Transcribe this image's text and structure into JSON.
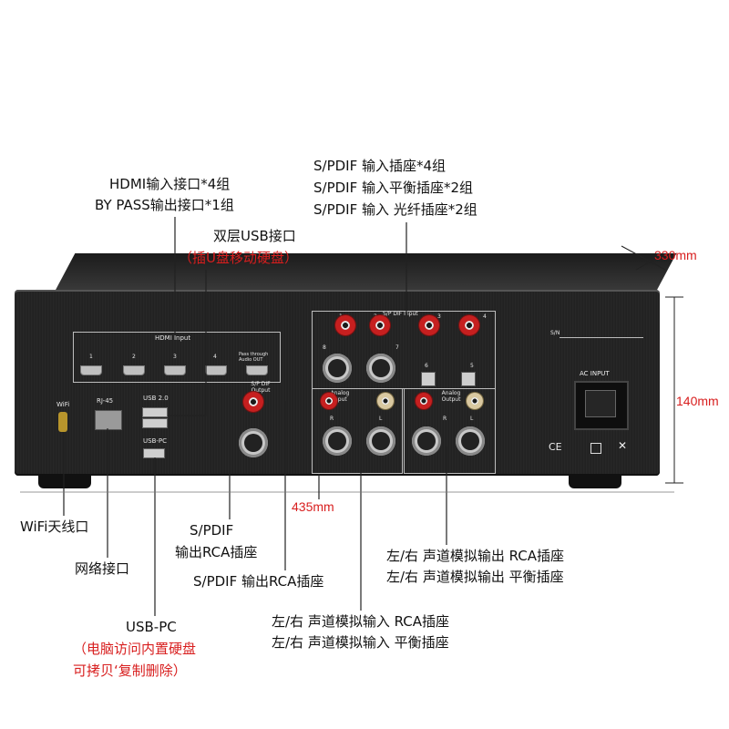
{
  "labels": {
    "hdmi_line1": "HDMI输入接口*4组",
    "hdmi_line2": "BY PASS输出接口*1组",
    "usb_dual_line1": "双层USB接口",
    "usb_dual_line2": "（插U盘移动硬盘）",
    "spdif_line1": "S/PDIF 输入插座*4组",
    "spdif_line2": "S/PDIF 输入平衡插座*2组",
    "spdif_line3": "S/PDIF 输入 光纤插座*2组",
    "wifi_antenna": "WiFi天线口",
    "network": "网络接口",
    "usbpc_line1": "USB-PC",
    "usbpc_line2": "（电脑访问内置硬盘",
    "usbpc_line3": "可拷贝‘复制删除）",
    "spdif_out_rca_line1": "S/PDIF",
    "spdif_out_rca_line2": "输出RCA插座",
    "spdif_out_rca_b": "S/PDIF 输出RCA插座",
    "analog_in_line1": "左/右 声道模拟输入 RCA插座",
    "analog_in_line2": "左/右 声道模拟输入 平衡插座",
    "analog_out_line1": "左/右 声道模拟输出 RCA插座",
    "analog_out_line2": "左/右 声道模拟输出 平衡插座"
  },
  "dimensions": {
    "depth": "330mm",
    "height": "140mm",
    "width": "435mm"
  },
  "panel_text": {
    "hdmi_input": "HDMI Input",
    "hdmi_ports": [
      "1",
      "2",
      "3",
      "4"
    ],
    "pass_through": "Pass through Audio OUT",
    "wifi": "WiFi",
    "rj45": "RJ-45",
    "usb20": "USB 2.0",
    "usbpc": "USB-PC",
    "spdif_output": "S/P DIF Output",
    "spdif_input": "S/P DIF  Input",
    "spdif_nums": [
      "1",
      "2",
      "3",
      "4",
      "8",
      "7",
      "6",
      "5"
    ],
    "analog_input": "Analog Input",
    "analog_output": "Analog Output",
    "r": "R",
    "l": "L",
    "ac_input": "AC INPUT",
    "sn": "S/N"
  },
  "colors": {
    "accent": "#d81e1e",
    "chassis": "#262626"
  }
}
